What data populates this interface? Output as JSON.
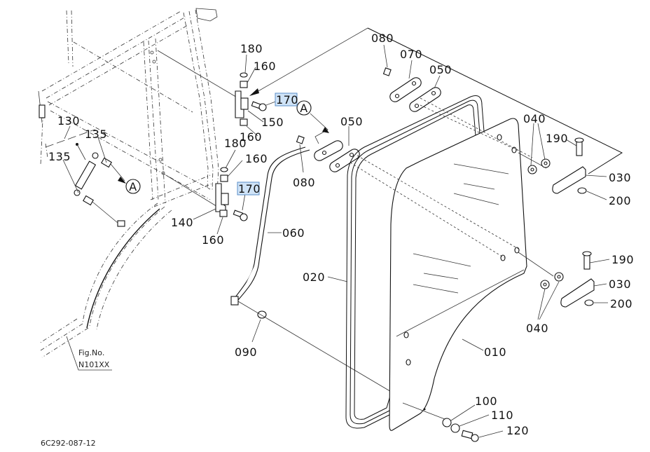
{
  "diagram": {
    "type": "exploded-parts-diagram",
    "subject": "Cab door assembly",
    "figure": {
      "caption_line1": "Fig.No.",
      "caption_line2": "N101XX"
    },
    "drawing_code": "6C292-087-12",
    "reference_marker": "A",
    "highlight_color": "#cfe3f7",
    "callouts": [
      {
        "id": "c-180-top",
        "part": "180"
      },
      {
        "id": "c-160-top",
        "part": "160"
      },
      {
        "id": "c-170-top",
        "part": "170",
        "highlighted": true
      },
      {
        "id": "c-150",
        "part": "150"
      },
      {
        "id": "c-160-mid",
        "part": "160"
      },
      {
        "id": "c-180-mid",
        "part": "180"
      },
      {
        "id": "c-160-mid2",
        "part": "160"
      },
      {
        "id": "c-170-mid",
        "part": "170",
        "highlighted": true
      },
      {
        "id": "c-140",
        "part": "140"
      },
      {
        "id": "c-160-bot",
        "part": "160"
      },
      {
        "id": "c-130",
        "part": "130"
      },
      {
        "id": "c-135-a",
        "part": "135"
      },
      {
        "id": "c-135-b",
        "part": "135"
      },
      {
        "id": "c-080-top",
        "part": "080"
      },
      {
        "id": "c-070",
        "part": "070"
      },
      {
        "id": "c-050-top",
        "part": "050"
      },
      {
        "id": "c-050-mid",
        "part": "050"
      },
      {
        "id": "c-080-mid",
        "part": "080"
      },
      {
        "id": "c-060",
        "part": "060"
      },
      {
        "id": "c-020",
        "part": "020"
      },
      {
        "id": "c-090",
        "part": "090"
      },
      {
        "id": "c-010",
        "part": "010"
      },
      {
        "id": "c-040-top",
        "part": "040"
      },
      {
        "id": "c-190-top",
        "part": "190"
      },
      {
        "id": "c-030-top",
        "part": "030"
      },
      {
        "id": "c-200-top",
        "part": "200"
      },
      {
        "id": "c-190-bot",
        "part": "190"
      },
      {
        "id": "c-030-bot",
        "part": "030"
      },
      {
        "id": "c-200-bot",
        "part": "200"
      },
      {
        "id": "c-040-bot",
        "part": "040"
      },
      {
        "id": "c-100",
        "part": "100"
      },
      {
        "id": "c-110",
        "part": "110"
      },
      {
        "id": "c-120",
        "part": "120"
      }
    ]
  }
}
